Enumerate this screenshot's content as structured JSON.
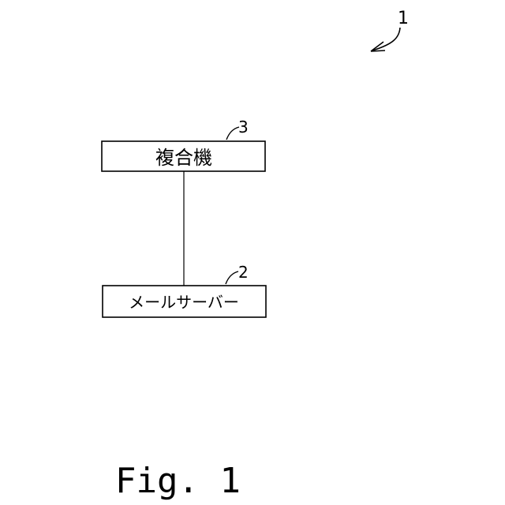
{
  "figure": {
    "system_reference": "1",
    "caption": "Fig. 1"
  },
  "nodes": [
    {
      "id": "mfp",
      "label": "複合機",
      "reference": "3"
    },
    {
      "id": "mail-server",
      "label": "メールサーバー",
      "reference": "2"
    }
  ],
  "connections": [
    {
      "from": "mfp",
      "to": "mail-server"
    }
  ]
}
